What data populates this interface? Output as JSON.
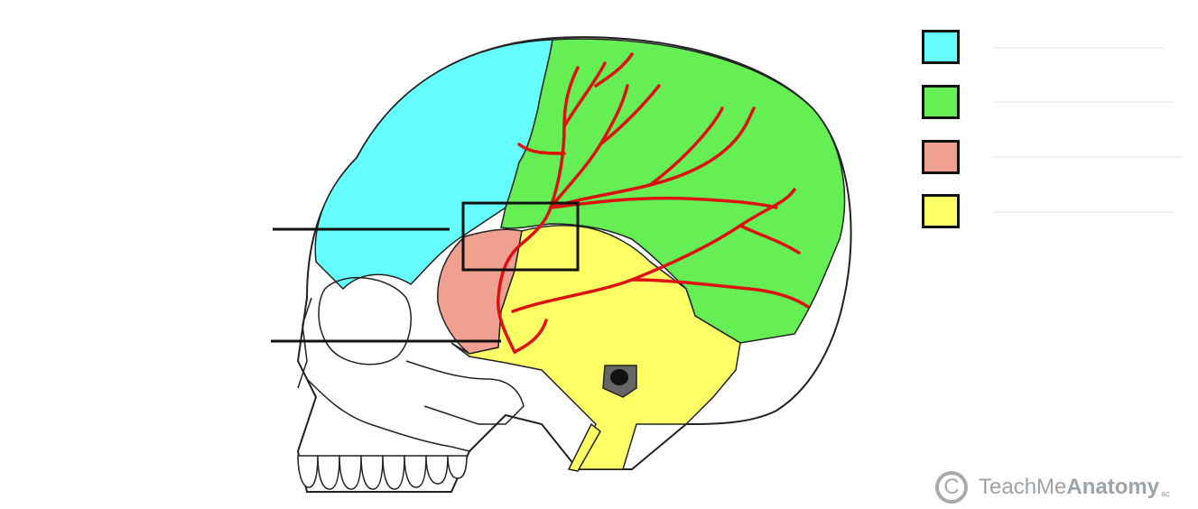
{
  "colors": {
    "frontal": "#66FFFF",
    "parietal": "#66EE55",
    "sphenoid": "#F0A090",
    "temporal": "#FFFF66",
    "artery": "#DD1111",
    "outline": "#222222"
  },
  "legend": [
    {
      "color": "#66FFFF",
      "label": ""
    },
    {
      "color": "#66EE55",
      "label": ""
    },
    {
      "color": "#F0A090",
      "label": ""
    },
    {
      "color": "#FFFF66",
      "label": ""
    }
  ],
  "callouts": [
    {
      "label": ""
    },
    {
      "label": ""
    }
  ],
  "watermark": {
    "logo_symbol": "C",
    "prefix": "TeachMe",
    "bold": "Anatomy",
    "suffix": "ac"
  }
}
